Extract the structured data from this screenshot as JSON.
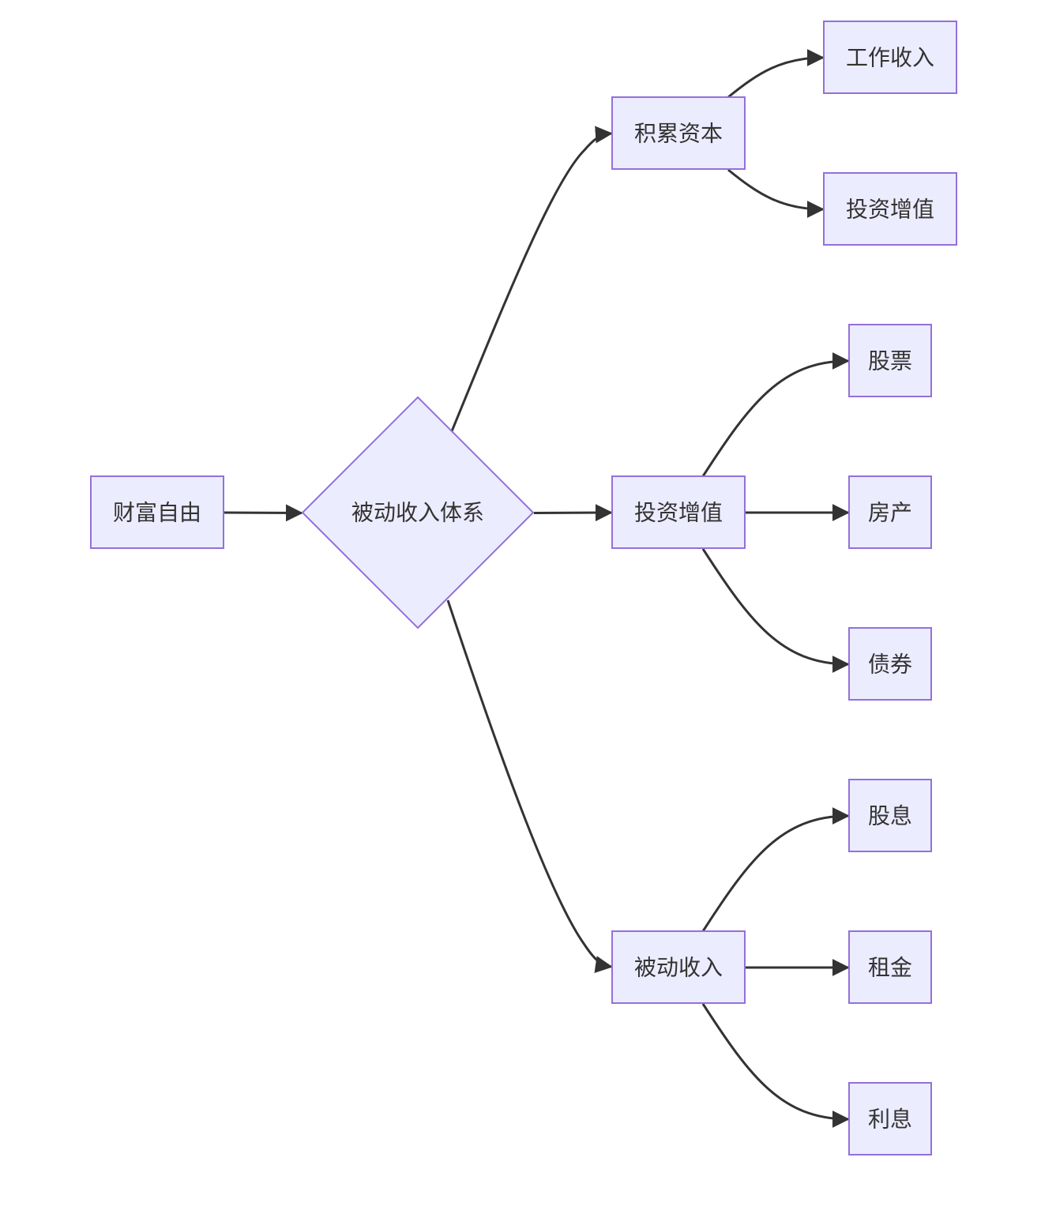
{
  "diagram": {
    "type": "flowchart",
    "direction": "LR",
    "nodes": {
      "root": {
        "label": "财富自由"
      },
      "hub": {
        "label": "被动收入体系"
      },
      "accumulate": {
        "label": "积累资本"
      },
      "invest": {
        "label": "投资增值"
      },
      "passive": {
        "label": "被动收入"
      },
      "work_income": {
        "label": "工作收入"
      },
      "invest_growth": {
        "label": "投资增值"
      },
      "stocks": {
        "label": "股票"
      },
      "real_estate": {
        "label": "房产"
      },
      "bonds": {
        "label": "债券"
      },
      "dividends": {
        "label": "股息"
      },
      "rent": {
        "label": "租金"
      },
      "interest": {
        "label": "利息"
      }
    },
    "edges": [
      {
        "from": "root",
        "to": "hub"
      },
      {
        "from": "hub",
        "to": "accumulate"
      },
      {
        "from": "hub",
        "to": "invest"
      },
      {
        "from": "hub",
        "to": "passive"
      },
      {
        "from": "accumulate",
        "to": "work_income"
      },
      {
        "from": "accumulate",
        "to": "invest_growth"
      },
      {
        "from": "invest",
        "to": "stocks"
      },
      {
        "from": "invest",
        "to": "real_estate"
      },
      {
        "from": "invest",
        "to": "bonds"
      },
      {
        "from": "passive",
        "to": "dividends"
      },
      {
        "from": "passive",
        "to": "rent"
      },
      {
        "from": "passive",
        "to": "interest"
      }
    ],
    "colors": {
      "node_fill": "#ECECFF",
      "node_stroke": "#9370DB",
      "edge": "#333333",
      "text": "#333333"
    }
  }
}
